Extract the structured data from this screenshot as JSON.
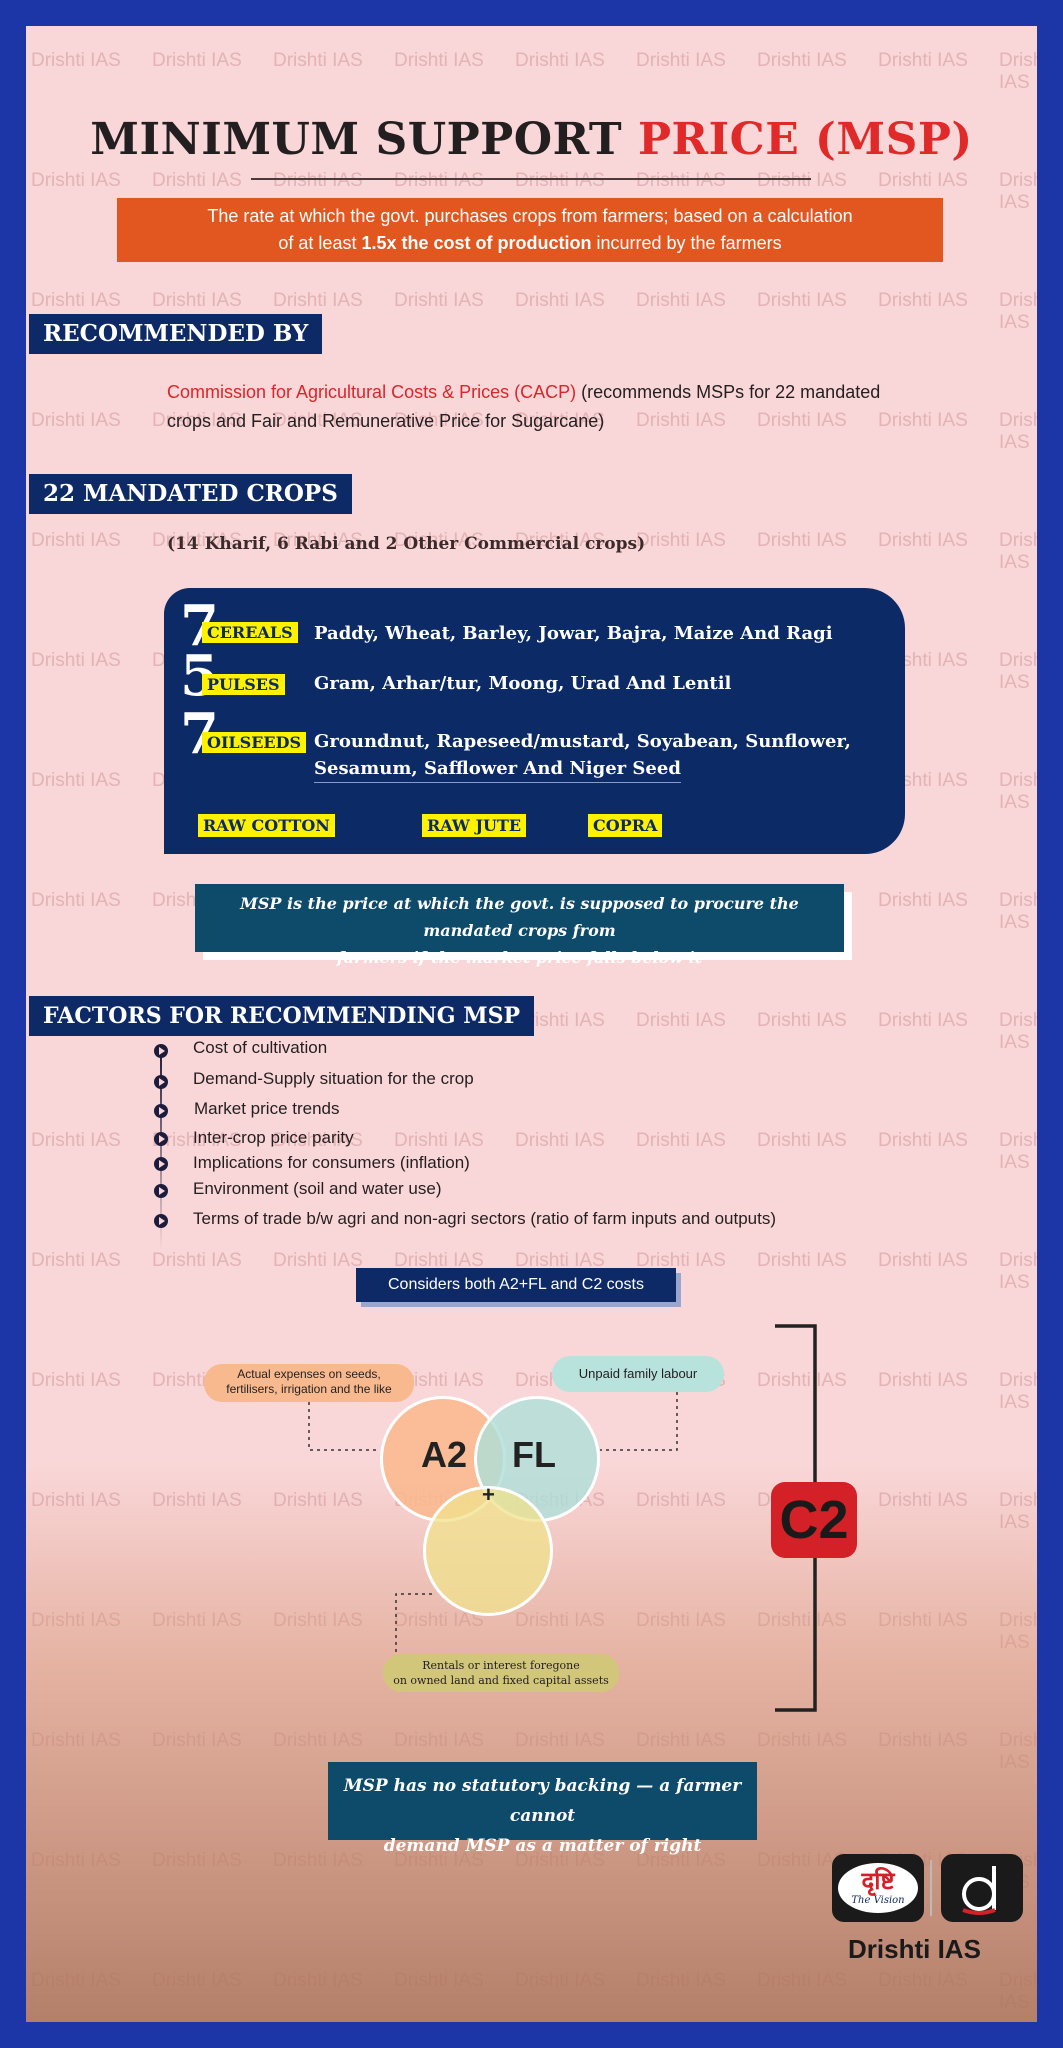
{
  "title": {
    "main": "MINIMUM SUPPORT ",
    "accent": "PRICE (MSP)"
  },
  "definition": {
    "line1": "The rate at which the govt. purchases crops from farmers; based on a calculation",
    "line2_a": "of at least ",
    "line2_b": "1.5x the cost of production",
    "line2_c": " incurred by the farmers"
  },
  "recommended": {
    "heading": "RECOMMENDED BY",
    "body_red": "Commission for Agricultural Costs & Prices (CACP)",
    "body_rest": " (recommends MSPs for 22 mandated crops and Fair and Remunerative Price for Sugarcane)"
  },
  "mandated": {
    "heading": "22 MANDATED CROPS",
    "subtitle": "(14 Kharif, 6 Rabi and 2 Other Commercial crops)",
    "groups": [
      {
        "num": "7",
        "label": "CEREALS",
        "line1": "Paddy, Wheat, Barley, Jowar, Bajra, Maize And Ragi"
      },
      {
        "num": "5",
        "label": "PULSES",
        "line1": "Gram, Arhar/tur, Moong, Urad And Lentil"
      },
      {
        "num": "7",
        "label": "OILSEEDS",
        "line1": "Groundnut, Rapeseed/mustard, Soyabean, Sunflower,",
        "line2": "Sesamum, Safflower And Niger Seed"
      }
    ],
    "others": [
      "RAW COTTON",
      "RAW JUTE",
      "COPRA"
    ]
  },
  "msp_note": {
    "line1": "MSP is the price at which the govt. is supposed to procure the mandated crops from",
    "line2": "farmers if the market price falls below it"
  },
  "factors": {
    "heading": "FACTORS FOR RECOMMENDING MSP",
    "items": [
      "Cost of cultivation",
      "Demand-Supply situation for the crop",
      "Market price trends",
      "Inter-crop price parity",
      "Implications for consumers (inflation)",
      "Environment (soil and water use)",
      "Terms of trade b/w agri and non-agri sectors (ratio of farm inputs and outputs)"
    ]
  },
  "costs": {
    "consider": "Considers both A2+FL and C2 costs",
    "a2_desc_1": "Actual expenses on seeds,",
    "a2_desc_2": "fertilisers, irrigation and the like",
    "fl_desc": "Unpaid family labour",
    "rent_desc_1": "Rentals or interest foregone",
    "rent_desc_2": "on owned land and fixed capital assets",
    "a2": "A2",
    "fl": "FL",
    "plus": "+",
    "c2": "C2"
  },
  "no_statutory": {
    "line1": "MSP has no statutory backing — a farmer cannot",
    "line2": "demand MSP as a matter of right"
  },
  "watermark": "Drishti IAS",
  "brand": {
    "hindi": "दृष्टि",
    "tagline": "The Vision",
    "name": "Drishti IAS"
  },
  "colors": {
    "frame": "#1c36a8",
    "background": "#f9d6d7",
    "navy": "#0e2a66",
    "orange": "#e2561f",
    "red": "#e02a2a",
    "yellow": "#fff200"
  }
}
